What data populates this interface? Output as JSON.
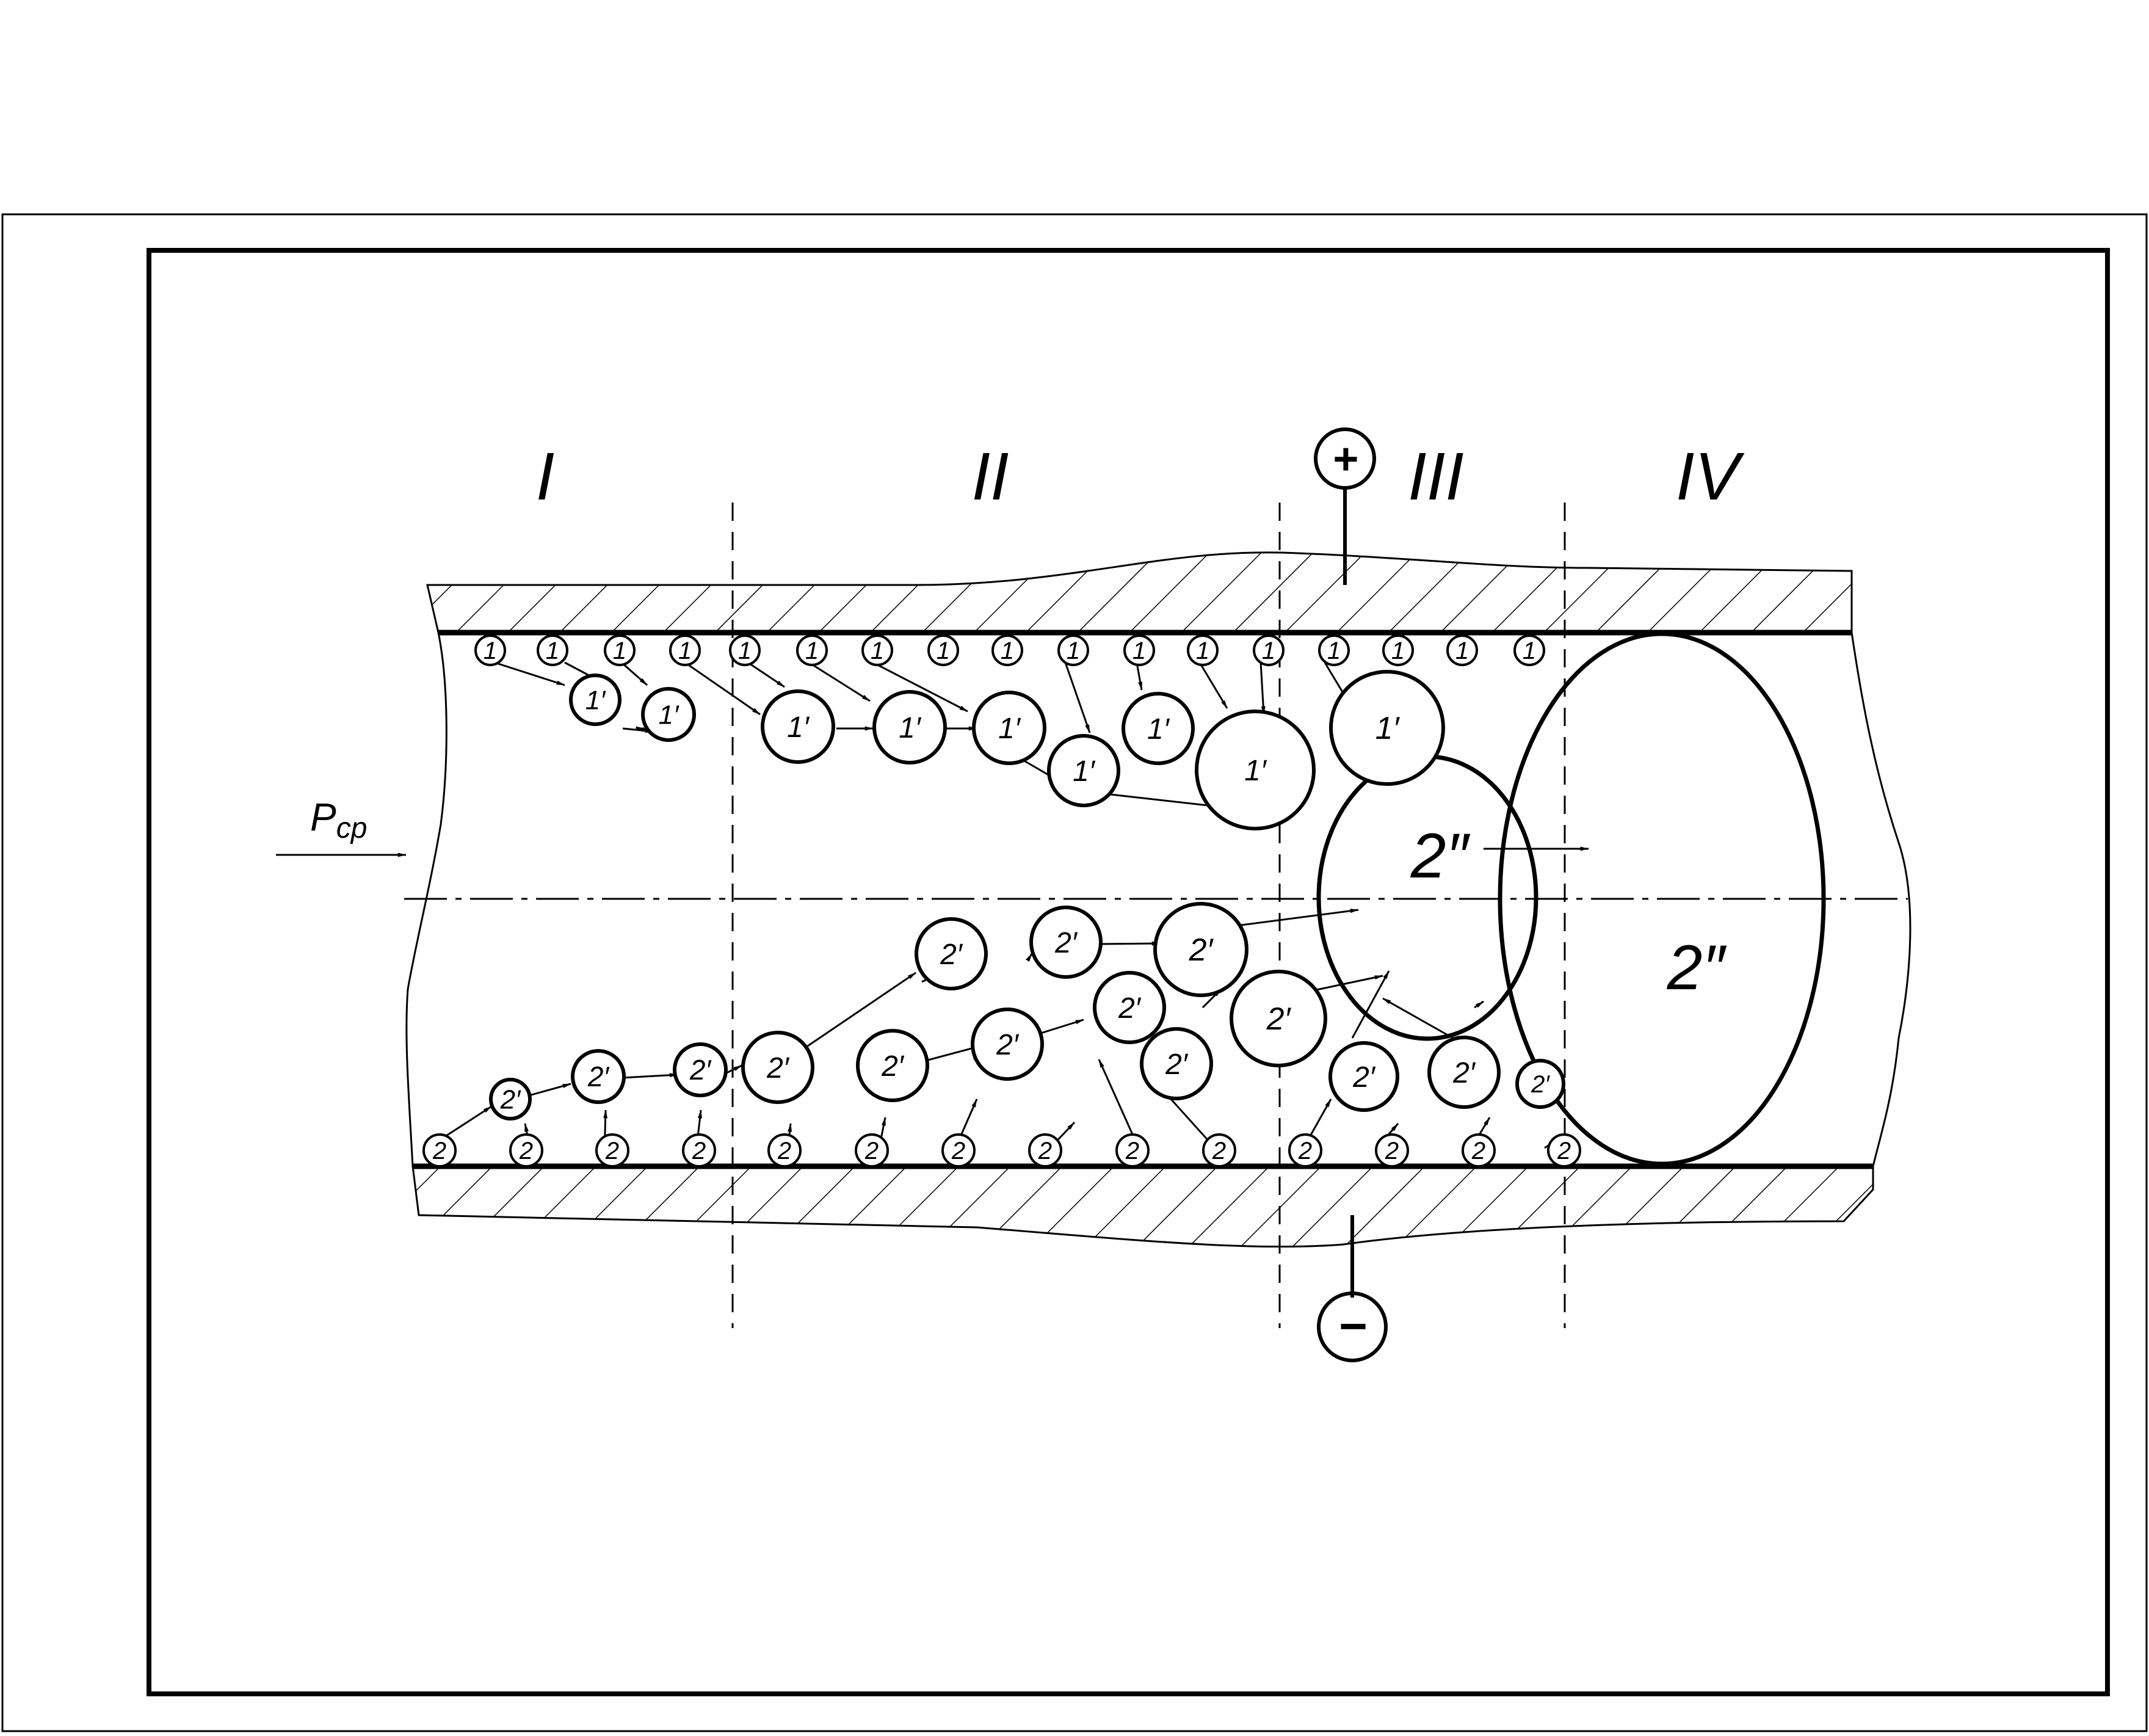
{
  "zones": [
    {
      "id": "zone-1",
      "label": "I"
    },
    {
      "id": "zone-2",
      "label": "II"
    },
    {
      "id": "zone-3",
      "label": "III"
    },
    {
      "id": "zone-4",
      "label": "IV"
    }
  ],
  "electrodes": {
    "positive": "+",
    "negative": "−"
  },
  "pressure_label": "P",
  "pressure_subscript": "ср",
  "nucleus_top_label": "1",
  "nucleus_bottom_label": "2",
  "bubble_top_label": "1′",
  "bubble_bottom_label": "2′",
  "merged_label": "2″",
  "colors": {
    "line": "#000000",
    "background": "#ffffff"
  }
}
